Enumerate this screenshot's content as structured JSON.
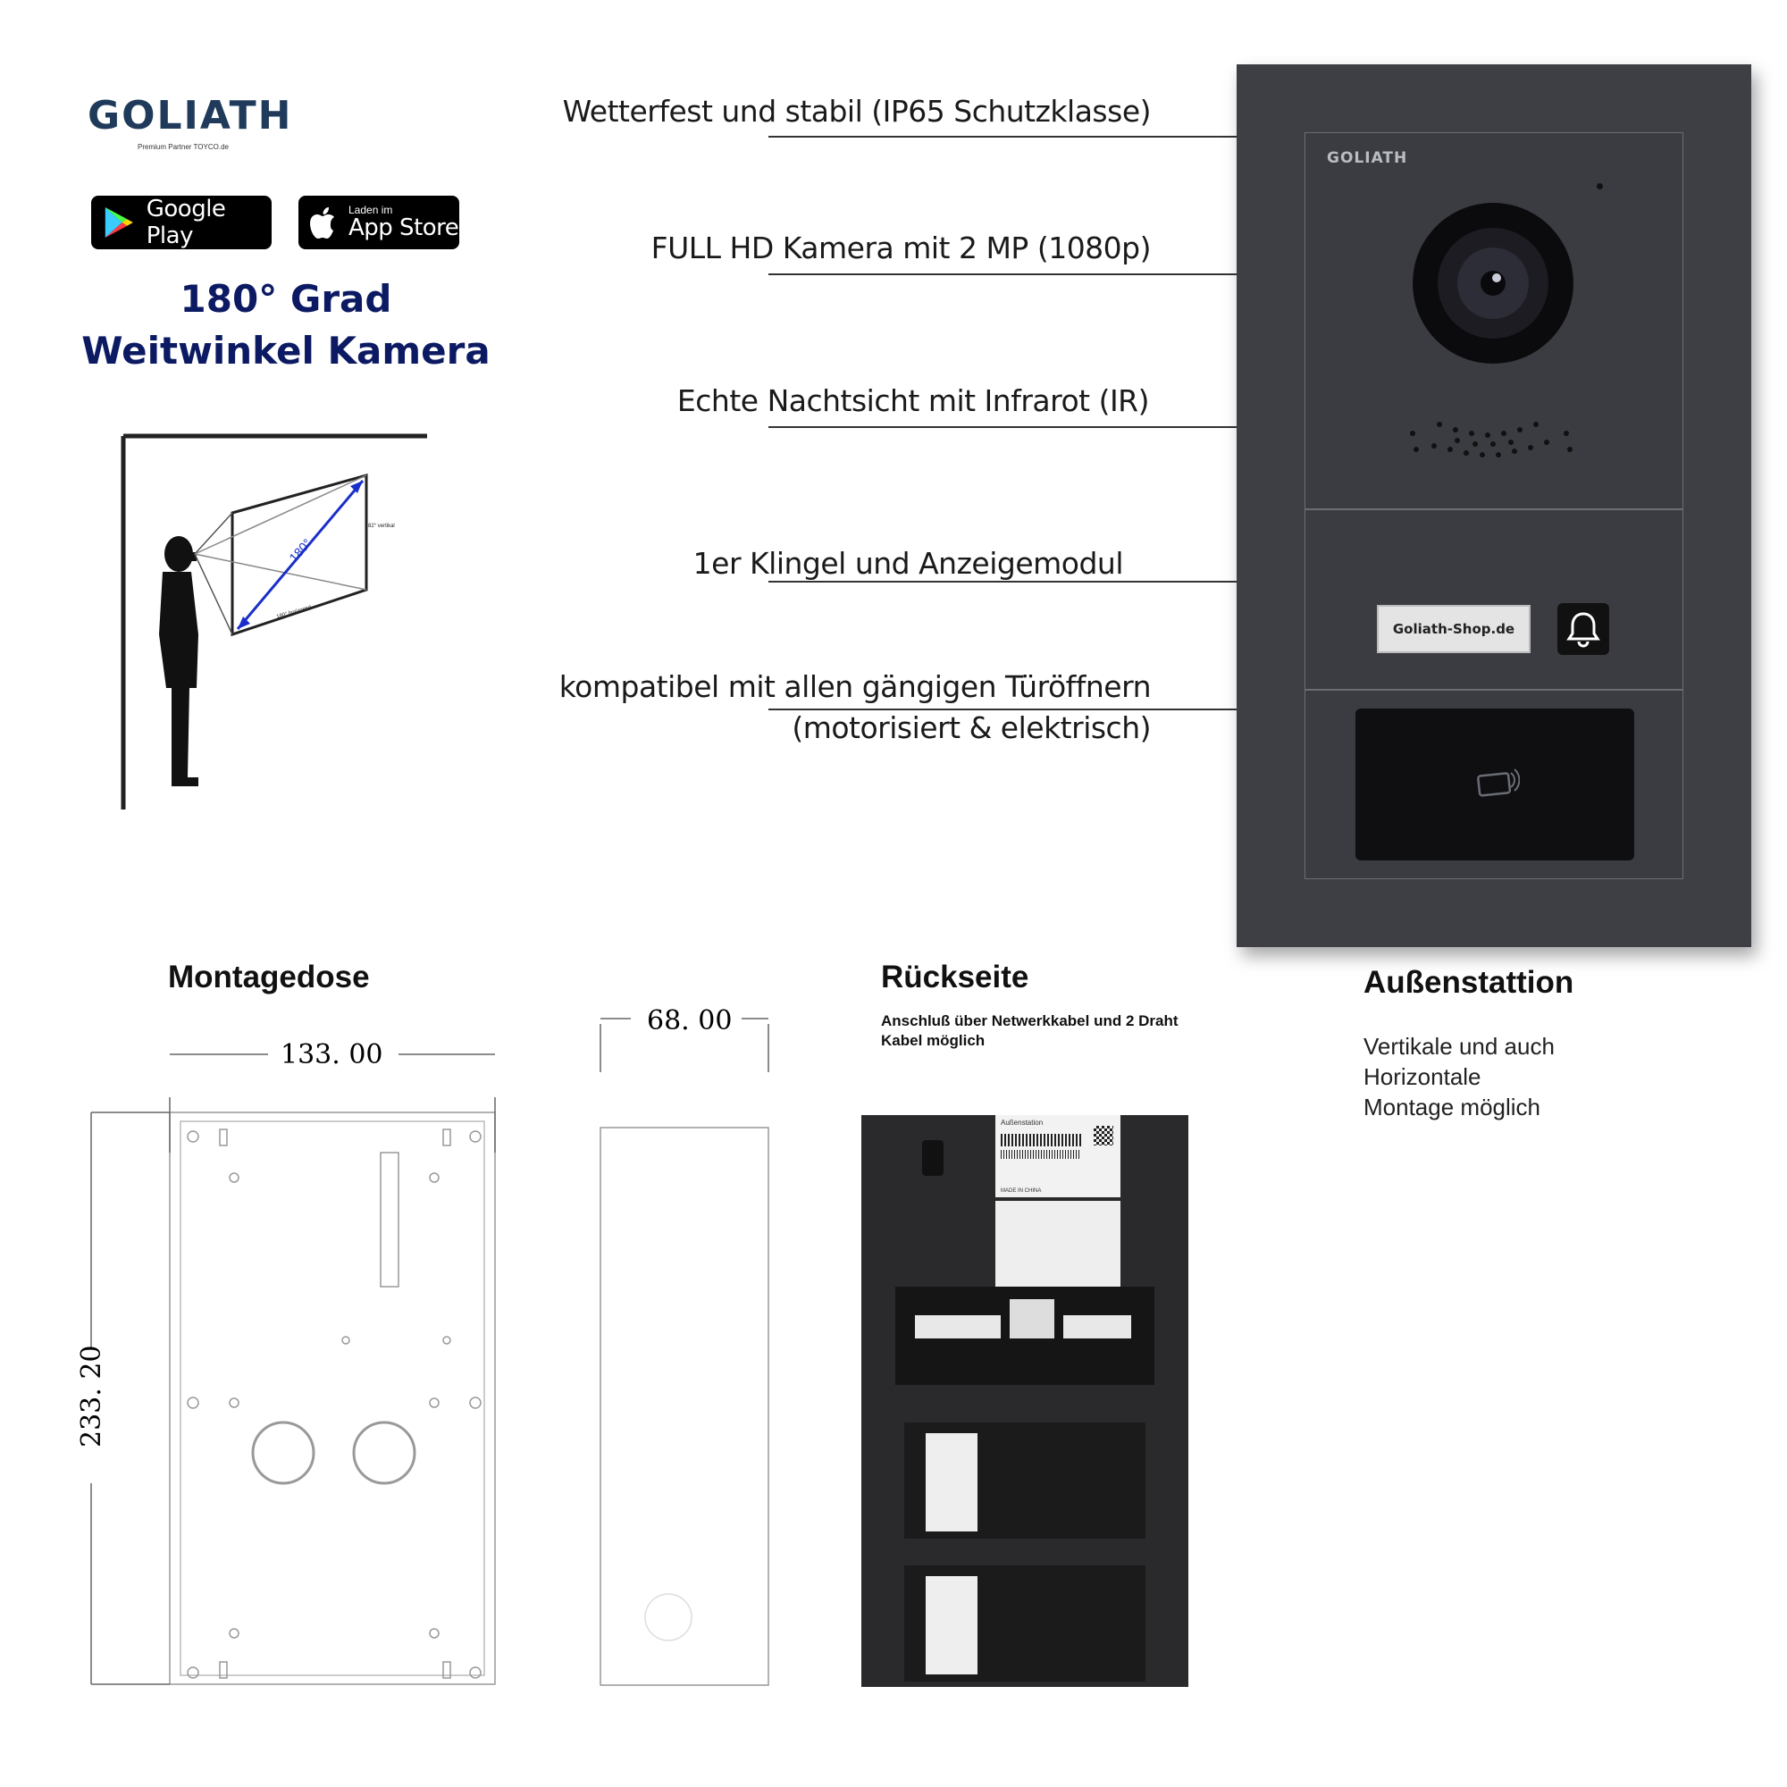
{
  "brand": {
    "logo_text": "GOLIATH",
    "logo_tagline": "Premium Partner TOYCO.de"
  },
  "stores": {
    "google_play_label": "Google Play",
    "app_store_small": "Laden im",
    "app_store_label": "App Store"
  },
  "headline": {
    "line1": "180° Grad",
    "line2": "Weitwinkel Kamera"
  },
  "diagram": {
    "angle_label": "180°",
    "vertical_label": "82° vertikal",
    "horizontal_label": "180° horizontal"
  },
  "callouts": [
    {
      "text": "Wetterfest und stabil (IP65 Schutzklasse)"
    },
    {
      "text": "FULL HD Kamera mit 2 MP (1080p)"
    },
    {
      "text": "Echte Nachtsicht mit Infrarot (IR)"
    },
    {
      "text": "1er Klingel und Anzeigemodul"
    },
    {
      "text": "kompatibel mit allen gängigen Türöffnern"
    },
    {
      "text": "(motorisiert & elektrisch)"
    }
  ],
  "panel": {
    "logo": "GOLIATH",
    "nameplate": "Goliath-Shop.de"
  },
  "montagedose": {
    "title": "Montagedose",
    "width_dim": "133. 00",
    "depth_dim": "68. 00",
    "height_dim": "233. 20"
  },
  "rueckseite": {
    "title": "Rückseite",
    "subtitle": "Anschluß über Netwerkkabel und 2 Draht Kabel möglich",
    "label_title": "Außenstation",
    "label_origin": "MADE IN CHINA"
  },
  "aussenstation": {
    "title": "Außenstattion",
    "line1": "Vertikale und auch",
    "line2": "Horizontale",
    "line3": "Montage möglich"
  },
  "colors": {
    "headline": "#0c1a63",
    "panel": "#3e3f44",
    "logo": "#1f3a5a",
    "diagram_arrow": "#1a2fc9"
  }
}
